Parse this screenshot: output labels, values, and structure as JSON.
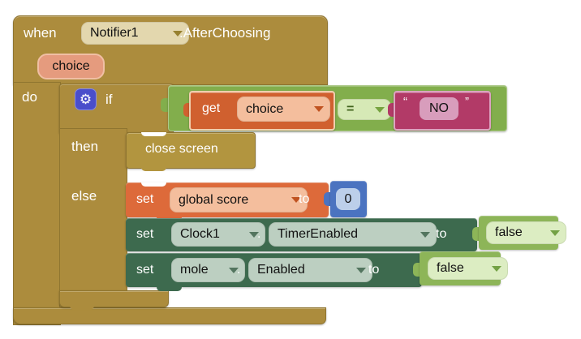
{
  "colors": {
    "gold": "#AC8C3D",
    "gold_light": "#B2953F",
    "gold_border": "#8F7530",
    "tan": "#E3D7AE",
    "tan_arrow": "#97802F",
    "salmon_chip": "#E59B7E",
    "salmon_border": "#F0BFA4",
    "orange": "#DD6A3A",
    "orange_deep": "#D0602F",
    "orange_chip": "#F4BE9D",
    "orange_arrow": "#C05220",
    "orange_border_light": "#F0CFAE",
    "logic_green": "#82AE4C",
    "logic_chip": "#D6E9B6",
    "logic_text": "#3F611B",
    "logic_arrow": "#76A340",
    "bool_green": "#8DB558",
    "bool_chip": "#DCEDC2",
    "bool_arrow": "#73A144",
    "magenta": "#B23A67",
    "magenta_chip": "#D89DBC",
    "magenta_border": "#DCA3C0",
    "blue": "#4B73C0",
    "blue_chip": "#BCCFEA",
    "dkgreen": "#3D6A4E",
    "sage_chip": "#BCCFC1",
    "sage_arrow": "#53755F",
    "indigo": "#4A4ECB"
  },
  "icons": {
    "gear": "⚙"
  },
  "when_block": {
    "keyword": "when",
    "component": "Notifier1",
    "event": ".AfterChoosing",
    "param": "choice",
    "do_label": "do"
  },
  "if_block": {
    "if_label": "if",
    "then_label": "then",
    "else_label": "else"
  },
  "condition": {
    "get_label": "get",
    "variable": "choice",
    "operator": "=",
    "open_quote": "“",
    "text_value": "NO",
    "close_quote": "”"
  },
  "then_branch": {
    "statement": "close screen"
  },
  "else_branch": {
    "set_variable": {
      "set_label": "set",
      "variable": "global score",
      "to_label": "to",
      "value": "0"
    },
    "set_timer": {
      "set_label": "set",
      "component": "Clock1",
      "separator": ".",
      "property": "TimerEnabled",
      "to_label": "to",
      "value": "false"
    },
    "set_mole": {
      "set_label": "set",
      "component": "mole",
      "separator": ".",
      "property": "Enabled",
      "to_label": "to",
      "value": "false"
    }
  }
}
